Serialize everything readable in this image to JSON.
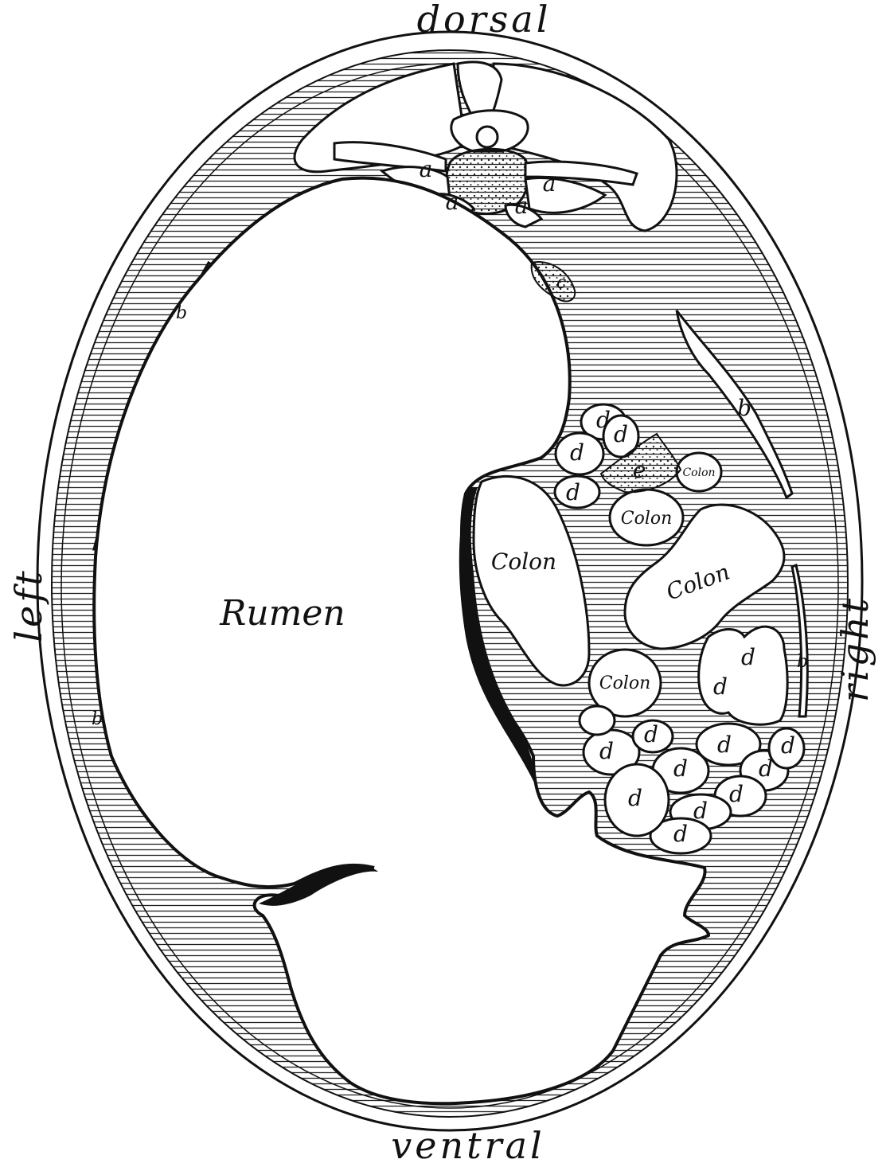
{
  "orientation": {
    "dorsal": "dorsal",
    "ventral": "ventral",
    "left": "left",
    "right": "right"
  },
  "organs": {
    "rumen": "Rumen",
    "colon": "Colon",
    "colon_small": "Colon"
  },
  "markers": {
    "a": "a",
    "b": "b",
    "c": "c",
    "d": "d",
    "e": "e"
  },
  "colors": {
    "ink": "#111111",
    "paper": "#ffffff"
  }
}
